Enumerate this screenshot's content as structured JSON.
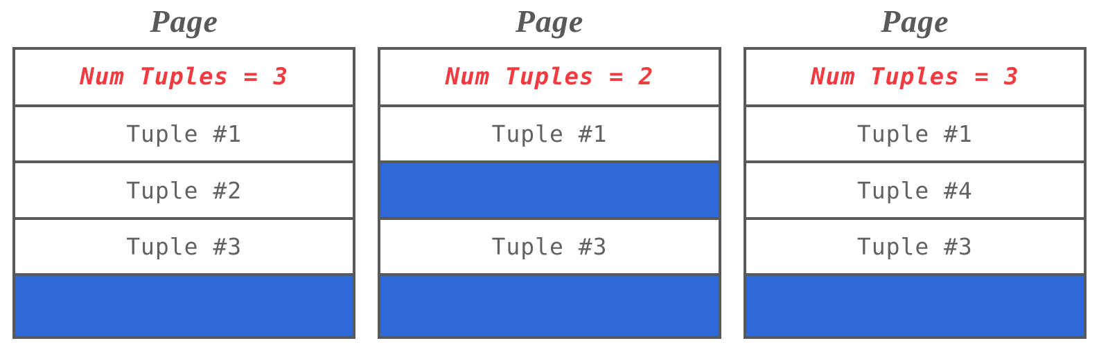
{
  "pages": [
    {
      "title": "Page",
      "header": "Num Tuples = 3",
      "slots": [
        {
          "label": "Tuple #1",
          "empty": false
        },
        {
          "label": "Tuple #2",
          "empty": false
        },
        {
          "label": "Tuple #3",
          "empty": false
        },
        {
          "label": "",
          "empty": true
        }
      ]
    },
    {
      "title": "Page",
      "header": "Num Tuples = 2",
      "slots": [
        {
          "label": "Tuple #1",
          "empty": false
        },
        {
          "label": "",
          "empty": true
        },
        {
          "label": "Tuple #3",
          "empty": false
        },
        {
          "label": "",
          "empty": true
        }
      ]
    },
    {
      "title": "Page",
      "header": "Num Tuples = 3",
      "slots": [
        {
          "label": "Tuple #1",
          "empty": false
        },
        {
          "label": "Tuple #4",
          "empty": false
        },
        {
          "label": "Tuple #3",
          "empty": false
        },
        {
          "label": "",
          "empty": true
        }
      ]
    }
  ],
  "colors": {
    "empty_slot_fill": "#2d69d8",
    "header_text": "#f23b40",
    "border": "#595959",
    "tuple_text": "#616161",
    "title_text": "#595959",
    "background": "#ffffff"
  }
}
